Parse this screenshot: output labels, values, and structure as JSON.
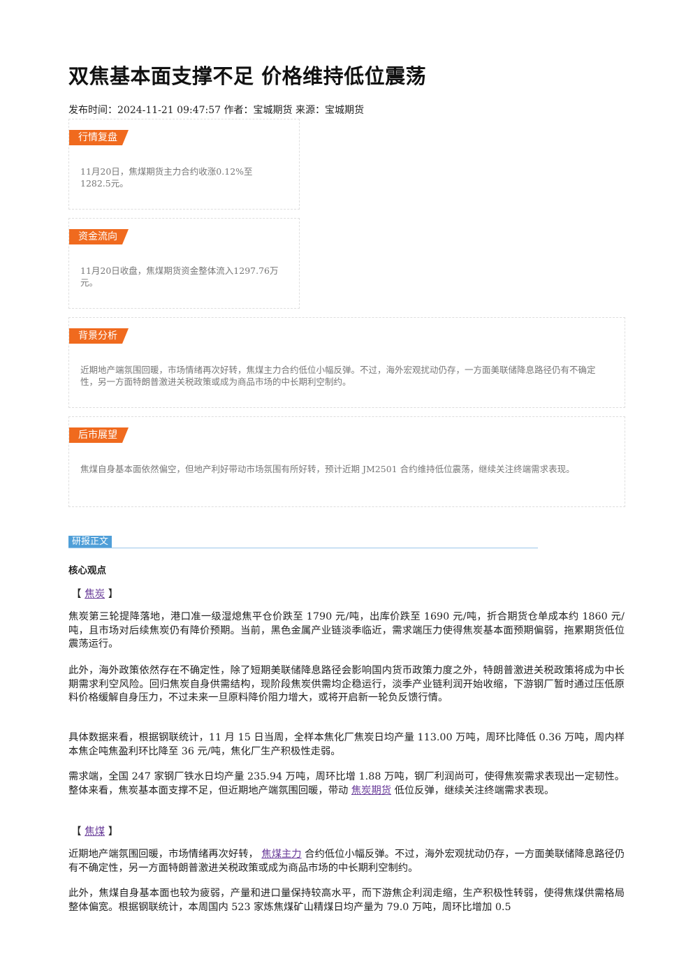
{
  "article": {
    "title": "双焦基本面支撑不足 价格维持低位震荡",
    "meta": "发布时间：2024-11-21 09:47:57 作者：宝城期货 来源：宝城期货"
  },
  "cards": {
    "market_review": {
      "label": "行情复盘",
      "text": "11月20日，焦煤期货主力合约收涨0.12%至1282.5元。"
    },
    "fund_flow": {
      "label": "资金流向",
      "text": "11月20日收盘，焦煤期货资金整体流入1297.76万元。"
    },
    "background": {
      "label": "背景分析",
      "text": "近期地产端氛围回暖，市场情绪再次好转，焦煤主力合约低位小幅反弹。不过，海外宏观扰动仍存，一方面美联储降息路径仍有不确定性，另一方面特朗普激进关税政策或成为商品市场的中长期利空制约。"
    },
    "outlook": {
      "label": "后市展望",
      "text": "焦煤自身基本面依然偏空，但地产利好带动市场氛围有所好转，预计近期 JM2501 合约维持低位震荡，继续关注终端需求表现。"
    }
  },
  "report": {
    "section_label": "研报正文",
    "core_view": "核心观点",
    "coke": {
      "bracket_open": "【",
      "link": "焦炭",
      "bracket_close": "】",
      "p1": "焦炭第三轮提降落地，港口准一级湿熄焦平仓价跌至 1790 元/吨，出库价跌至 1690 元/吨，折合期货仓单成本约 1860 元/吨，且市场对后续焦炭仍有降价预期。当前，黑色金属产业链淡季临近，需求端压力使得焦炭基本面预期偏弱，拖累期货低位震荡运行。",
      "p2": "此外，海外政策依然存在不确定性，除了短期美联储降息路径会影响国内货币政策力度之外，特朗普激进关税政策将成为中长期需求利空风险。回归焦炭自身供需结构，现阶段焦炭供需均企稳运行，淡季产业链利润开始收缩，下游钢厂暂时通过压低原料价格缓解自身压力，不过未来一旦原料降价阻力增大，或将开启新一轮负反馈行情。",
      "p3": "具体数据来看，根据钢联统计，11 月 15 日当周，全样本焦化厂焦炭日均产量 113.00 万吨，周环比降低 0.36 万吨，周内样本焦企吨焦盈利环比降至 36 元/吨，焦化厂生产积极性走弱。",
      "p4_before": "需求端，全国 247 家钢厂铁水日均产量 235.94 万吨，周环比增 1.88 万吨，钢厂利润尚可，使得焦炭需求表现出一定韧性。整体来看，焦炭基本面支撑不足，但近期地产端氛围回暖，带动 ",
      "p4_link": "焦炭期货",
      "p4_after": " 低位反弹，继续关注终端需求表现。"
    },
    "coking_coal": {
      "bracket_open": "【",
      "link": "焦煤",
      "bracket_close": "】",
      "p1_before": "近期地产端氛围回暖，市场情绪再次好转， ",
      "p1_link": "焦煤主力",
      "p1_after": " 合约低位小幅反弹。不过，海外宏观扰动仍存，一方面美联储降息路径仍有不确定性，另一方面特朗普激进关税政策或成为商品市场的中长期利空制约。",
      "p2": "此外，焦煤自身基本面也较为疲弱，产量和进口量保持较高水平，而下游焦企利润走缩，生产积极性转弱，使得焦煤供需格局整体偏宽。根据钢联统计，本周国内 523 家炼焦煤矿山精煤日均产量为 79.0 万吨，周环比增加 0.5"
    }
  }
}
